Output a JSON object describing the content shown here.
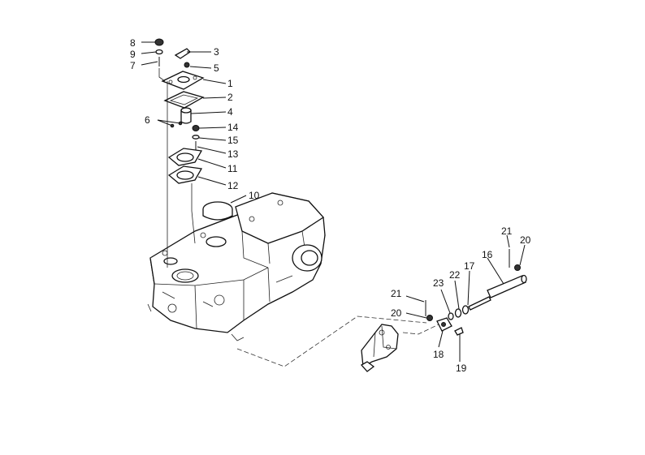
{
  "callouts": [
    {
      "id": "8",
      "text": "8"
    },
    {
      "id": "9",
      "text": "9"
    },
    {
      "id": "7",
      "text": "7"
    },
    {
      "id": "3",
      "text": "3"
    },
    {
      "id": "5",
      "text": "5"
    },
    {
      "id": "1",
      "text": "1"
    },
    {
      "id": "2",
      "text": "2"
    },
    {
      "id": "4",
      "text": "4"
    },
    {
      "id": "6",
      "text": "6"
    },
    {
      "id": "14",
      "text": "14"
    },
    {
      "id": "15",
      "text": "15"
    },
    {
      "id": "13",
      "text": "13"
    },
    {
      "id": "11",
      "text": "11"
    },
    {
      "id": "12",
      "text": "12"
    },
    {
      "id": "10",
      "text": "10"
    },
    {
      "id": "21a",
      "text": "21"
    },
    {
      "id": "20a",
      "text": "20"
    },
    {
      "id": "16",
      "text": "16"
    },
    {
      "id": "17",
      "text": "17"
    },
    {
      "id": "22",
      "text": "22"
    },
    {
      "id": "23",
      "text": "23"
    },
    {
      "id": "21b",
      "text": "21"
    },
    {
      "id": "20b",
      "text": "20"
    },
    {
      "id": "18",
      "text": "18"
    },
    {
      "id": "19",
      "text": "19"
    }
  ]
}
